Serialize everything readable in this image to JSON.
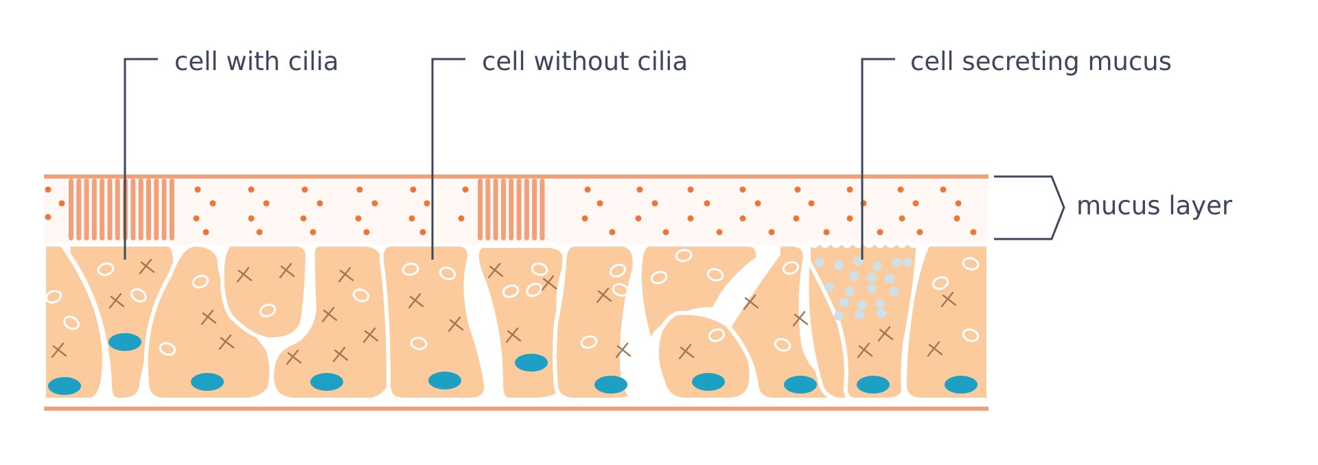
{
  "labels": {
    "cilia_cell": "cell with cilia",
    "plain_cell": "cell without cilia",
    "mucus_cell": "cell secreting mucus",
    "mucus_layer": "mucus layer"
  },
  "colors": {
    "cell_fill": "#fccb9d",
    "border": "#f2a07a",
    "mucus_bg": "#fff8f4",
    "dots": "#ee7538",
    "nucleus": "#1e9fc4",
    "fibers": "#a37753",
    "vesicle": "#ffffff",
    "secretion": "#cfe0e6",
    "label_text": "#3c465d",
    "leader_line": "#3c465d"
  }
}
